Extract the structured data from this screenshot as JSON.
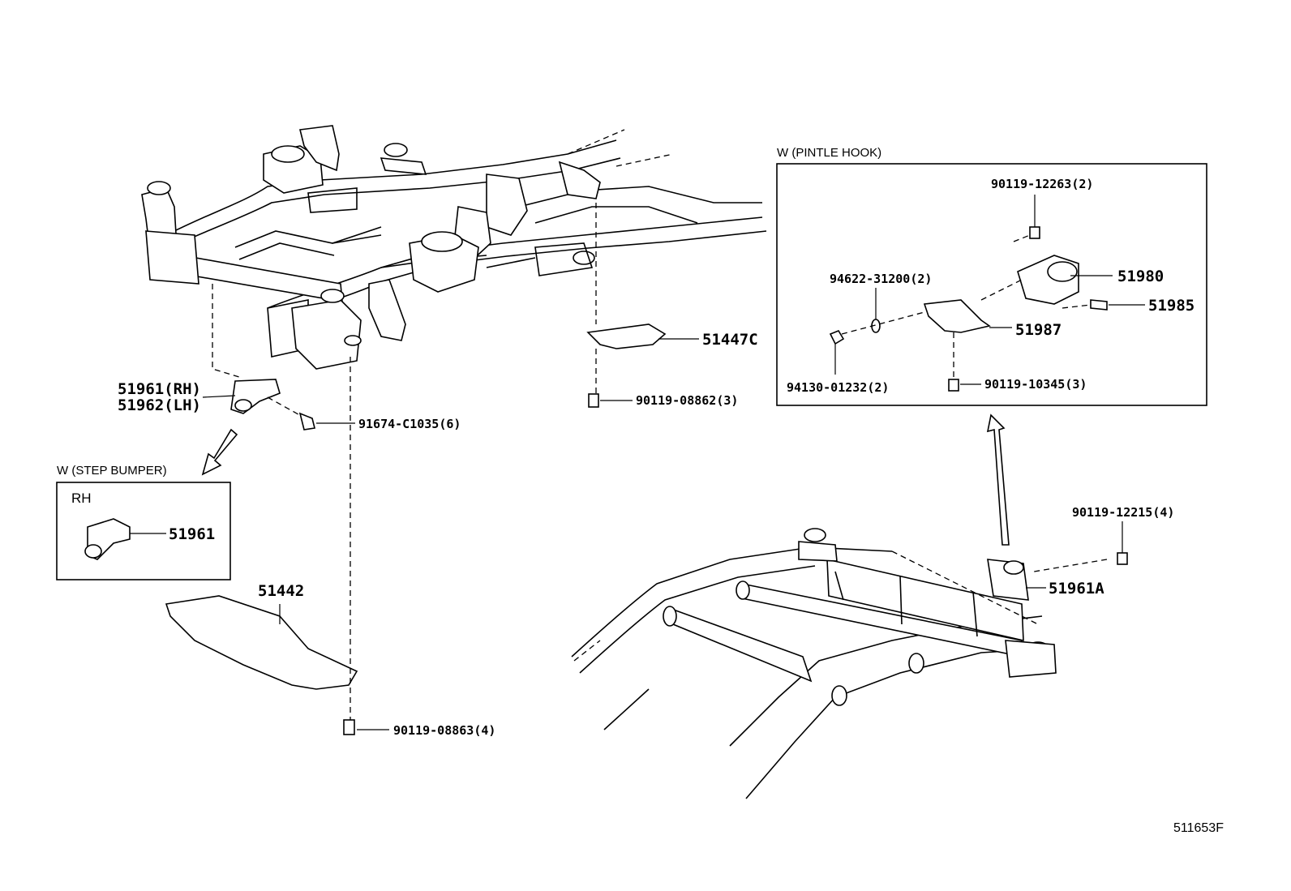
{
  "diagram_id": "511653F",
  "pintle_hook": {
    "caption": "W (PINTLE HOOK)",
    "parts": {
      "bolt_top": "90119-12263(2)",
      "washer": "94622-31200(2)",
      "hook": "51980",
      "pin": "51985",
      "bracket": "51987",
      "nut": "94130-01232(2)",
      "bolt_bottom": "90119-10345(3)"
    }
  },
  "step_bumper": {
    "caption": "W (STEP BUMPER)",
    "side": "RH",
    "part": "51961"
  },
  "parts": {
    "p51961_rh": "51961(RH)",
    "p51962_lh": "51962(LH)",
    "p91674": "91674-C1035(6)",
    "p51447c": "51447C",
    "p90119_08862": "90119-08862(3)",
    "p51442": "51442",
    "p90119_08863": "90119-08863(4)",
    "p90119_12215": "90119-12215(4)",
    "p51961a": "51961A"
  }
}
